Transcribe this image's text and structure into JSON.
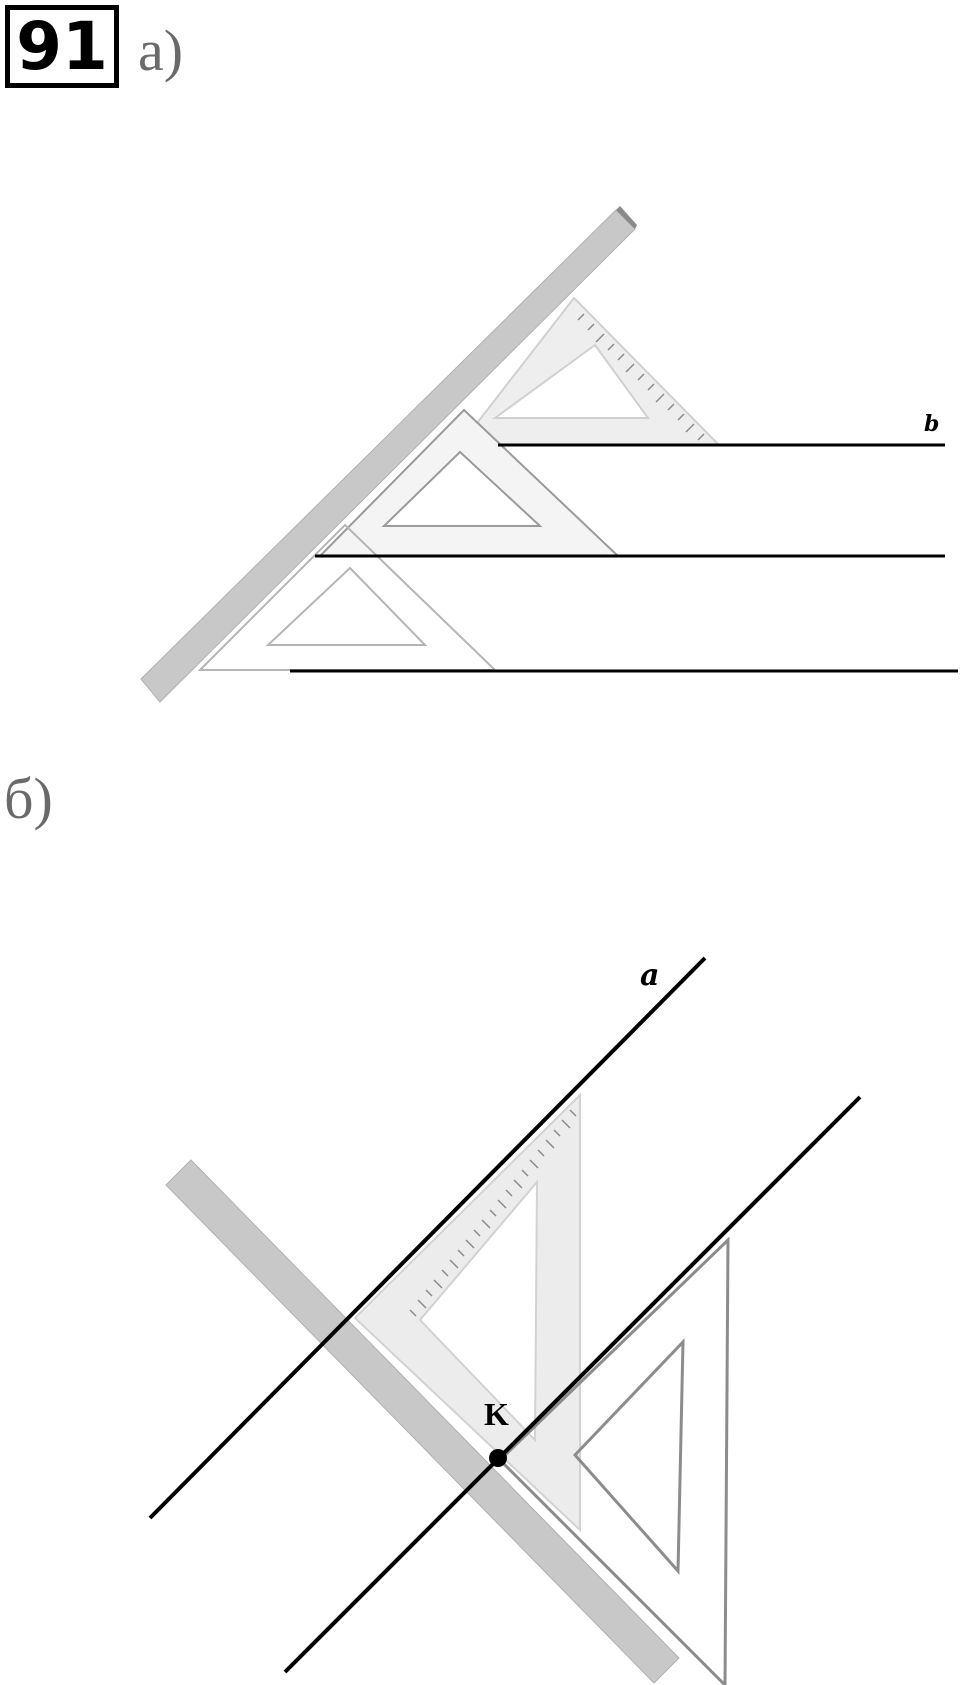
{
  "problem_number": "91",
  "parts": {
    "a": {
      "label": "а)",
      "line_label": "b"
    },
    "b": {
      "label": "б)",
      "line_label": "a",
      "point_label": "K"
    }
  },
  "colors": {
    "line": "#000000",
    "ruler": "#c8c8c8",
    "triangle_fill": "#eeeeee",
    "triangle_edge": "#a8a8a8"
  }
}
